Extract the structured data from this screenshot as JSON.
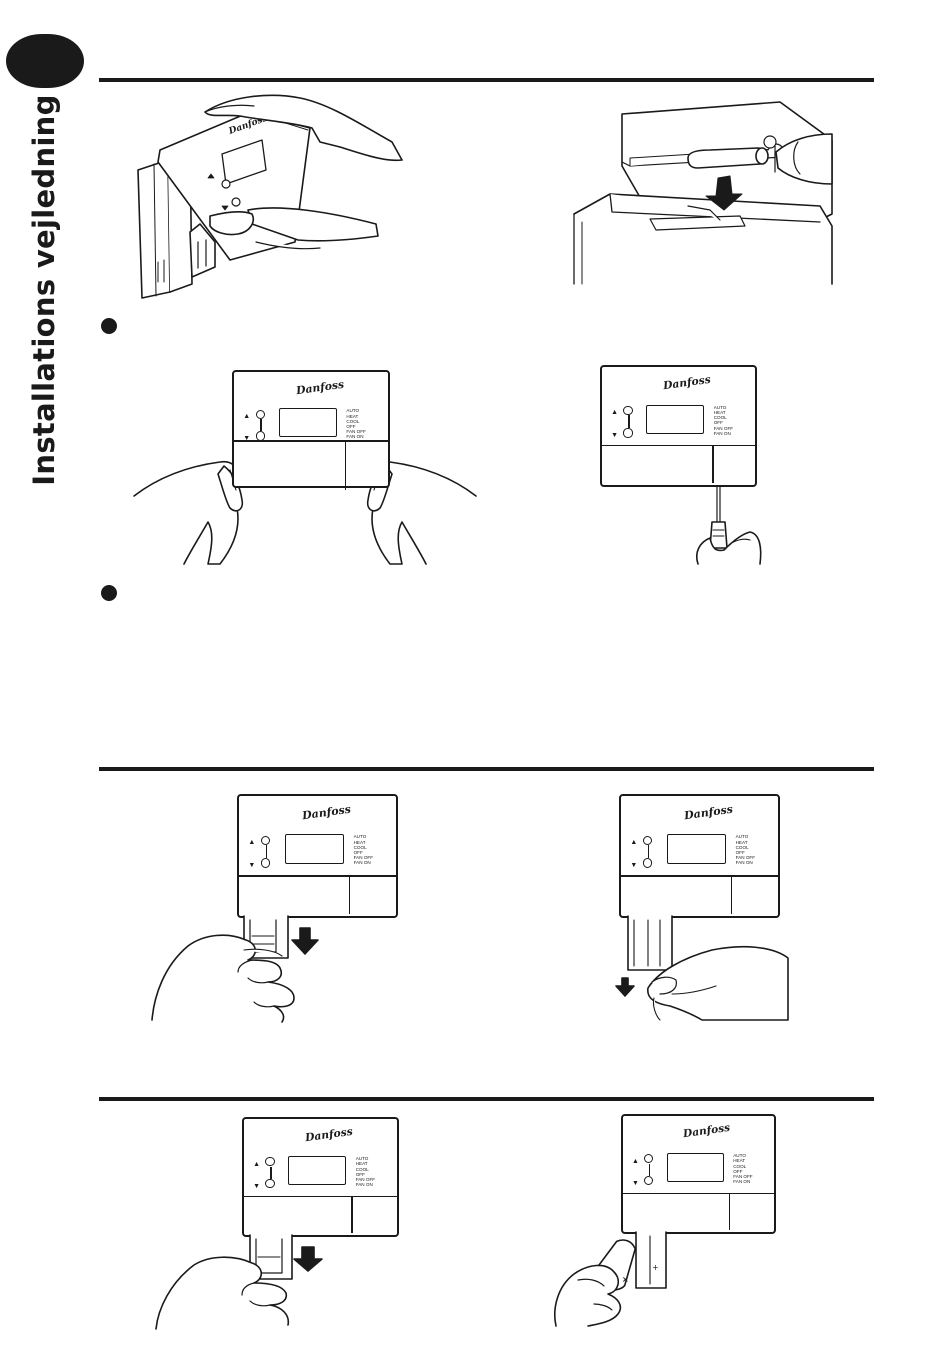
{
  "page": {
    "side_title": "Installations vejledning"
  },
  "thermostat": {
    "brand": "Danfoss",
    "up_arrow": "▲",
    "down_arrow": "▼",
    "mode_labels": [
      "AUTO",
      "HEAT",
      "COOL",
      "OFF",
      "FAN  OFF",
      "FAN  ON"
    ]
  },
  "colors": {
    "ink": "#1a1a1a",
    "background": "#ffffff"
  },
  "icons": {
    "tab": "black-tab-blob",
    "bullet": "filled-circle-bullet",
    "arrow": "down-arrow-icon"
  }
}
